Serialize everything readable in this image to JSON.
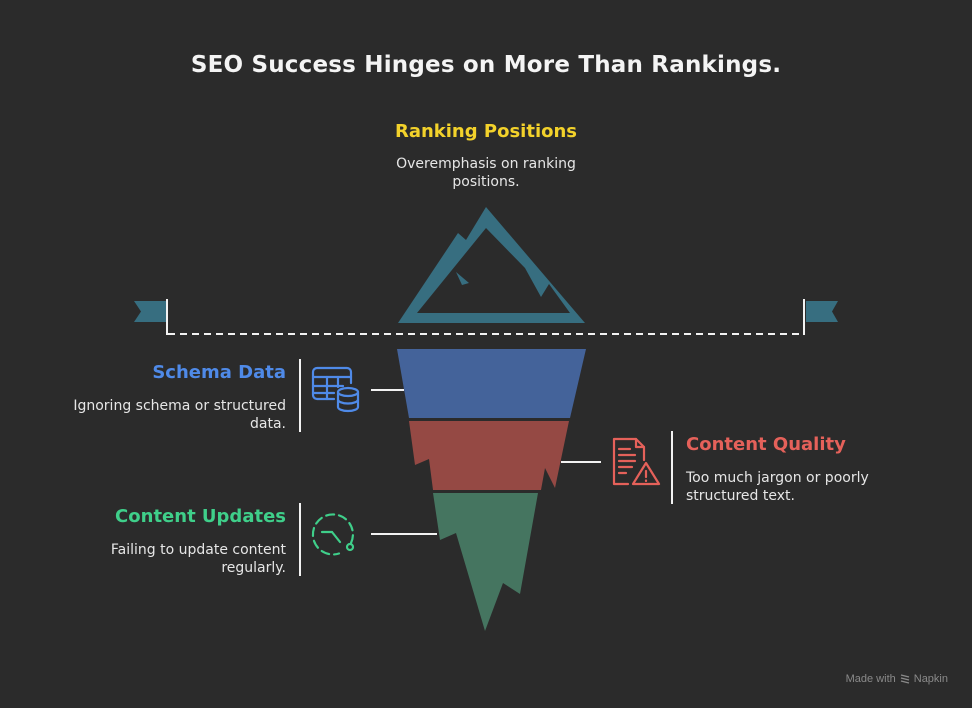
{
  "title": "SEO Success Hinges on More Than Rankings.",
  "colors": {
    "background": "#2b2b2b",
    "tip": "#376e80",
    "layer1": "#44639a",
    "layer2": "#954944",
    "layer3": "#457560",
    "ranking_title": "#f3d22b",
    "schema_title": "#4f8ae8",
    "quality_title": "#e5615a",
    "updates_title": "#3fcf8a"
  },
  "sections": {
    "tip": {
      "title": "Ranking Positions",
      "description_line1": "Overemphasis on ranking",
      "description_line2": "positions.",
      "icon": "mountain-icon"
    },
    "schema": {
      "title": "Schema Data",
      "description_line1": "Ignoring schema or structured",
      "description_line2": "data.",
      "icon": "table-database-icon"
    },
    "quality": {
      "title": "Content Quality",
      "description_line1": "Too much jargon or poorly",
      "description_line2": "structured text.",
      "icon": "document-warning-icon"
    },
    "updates": {
      "title": "Content Updates",
      "description_line1": "Failing to update content",
      "description_line2": "regularly.",
      "icon": "clock-dashed-icon"
    }
  },
  "watermark": {
    "prefix": "Made with",
    "brand": "Napkin"
  }
}
